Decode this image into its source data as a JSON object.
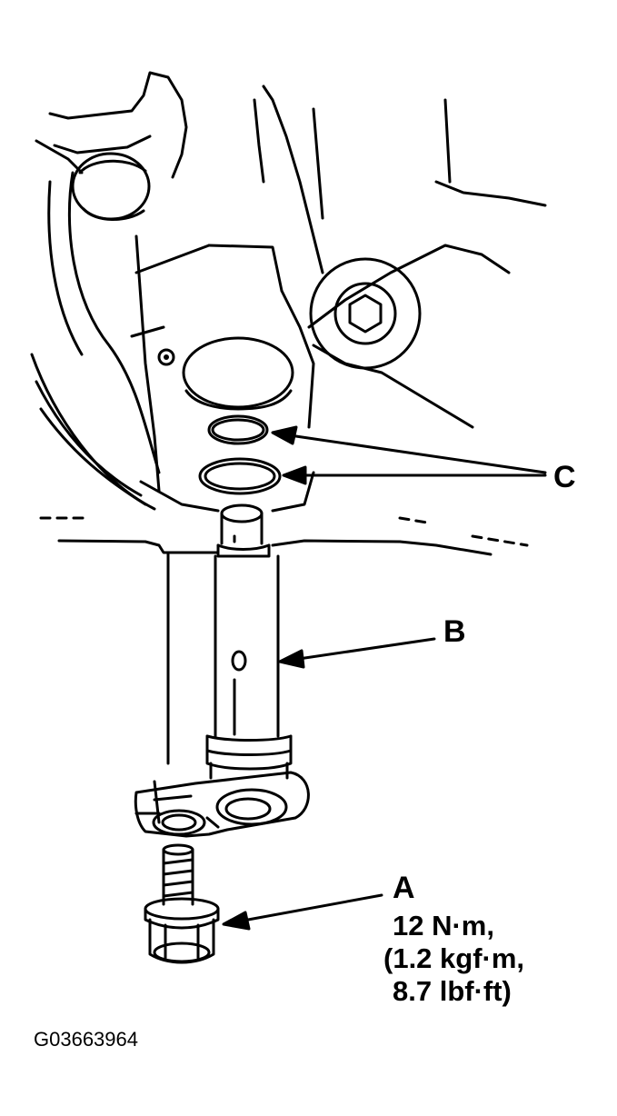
{
  "labels": {
    "a": "A",
    "b": "B",
    "c": "C"
  },
  "torque_spec": [
    "12 N·m,",
    "(1.2 kgf·m,",
    "8.7 lbf·ft)"
  ],
  "figure_code": "G03663964",
  "colors": {
    "line": "#000000",
    "background": "#ffffff"
  }
}
